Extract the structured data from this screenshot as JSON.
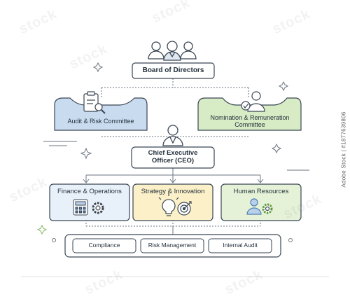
{
  "board": {
    "title": "Board of Directors"
  },
  "committees": {
    "audit": "Audit & Risk Committee",
    "nomination": "Nomination & Remuneration Committee"
  },
  "ceo": {
    "title": "Chief Executive Officer (CEO)"
  },
  "departments": [
    {
      "label": "Finance & Operations",
      "color": "#e8f0fa"
    },
    {
      "label": "Strategy & Innovation",
      "color": "#fbf0c8"
    },
    {
      "label": "Human Resources",
      "color": "#e5f2d8"
    }
  ],
  "functions": [
    "Compliance",
    "Risk Management",
    "Internal Audit"
  ],
  "colors": {
    "stroke": "#3a4654",
    "audit_fill": "#c9dcef",
    "nomination_fill": "#d7ebc4",
    "accent_blue": "#4f7fb5",
    "accent_green": "#5f9a3c",
    "accent_yellow": "#e9c75a"
  },
  "watermark": "stock",
  "stock_id": "Adobe Stock | #1877639806"
}
